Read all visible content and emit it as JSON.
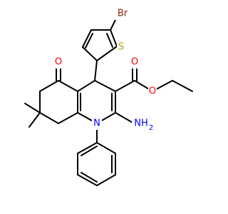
{
  "atoms": {
    "br": {
      "text": "Br",
      "color": "#8B2500"
    },
    "s": {
      "text": "S",
      "color": "#B8A000"
    },
    "o_ketone": {
      "text": "O",
      "color": "#FF0000"
    },
    "o_carbonyl": {
      "text": "O",
      "color": "#FF0000"
    },
    "o_ester": {
      "text": "O",
      "color": "#FF0000"
    },
    "nh2_n": {
      "text": "NH",
      "color": "#0000FF"
    },
    "nh2_sub": {
      "text": "2",
      "color": "#0000FF"
    },
    "n_ring": {
      "text": "N",
      "color": "#0000FF"
    }
  }
}
